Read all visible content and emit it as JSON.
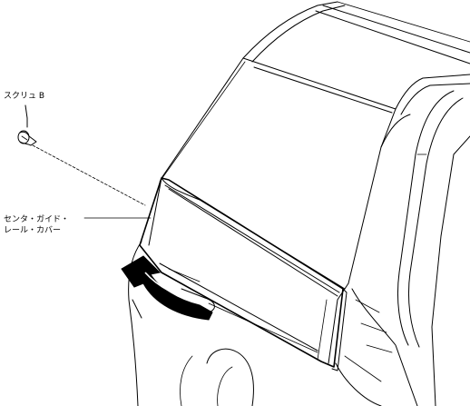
{
  "labels": {
    "screw": "スクリュ B",
    "cover_line1": "センタ・ガイド・",
    "cover_line2": "レール・カバー"
  }
}
